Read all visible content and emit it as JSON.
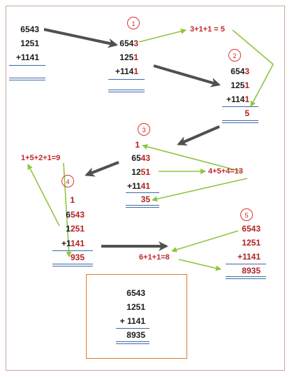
{
  "initial": {
    "a": "6543",
    "b": "1251",
    "c": "+1141"
  },
  "step1": {
    "badge": "1",
    "rows": [
      {
        "black": "654",
        "red": "3"
      },
      {
        "black": "125",
        "red": "1"
      },
      {
        "black": "+114",
        "red": "1"
      }
    ],
    "equation": "3+1+1 = 5"
  },
  "step2": {
    "badge": "2",
    "rows": [
      {
        "black": "654",
        "red": "3"
      },
      {
        "black": "125",
        "red": "1"
      },
      {
        "black": "+114",
        "red": "1"
      }
    ],
    "result": "5"
  },
  "step3": {
    "badge": "3",
    "carry": "1",
    "rows": [
      {
        "black": "65",
        "red": "43"
      },
      {
        "black": "12",
        "red": "51"
      },
      {
        "black": "+11",
        "red": "41"
      }
    ],
    "equation": "4+5+4=13",
    "result": "35"
  },
  "step4": {
    "badge": "4",
    "carry": "1",
    "rows": [
      {
        "black": "6",
        "red": "543"
      },
      {
        "black": "1",
        "red": "251"
      },
      {
        "black": "+1",
        "red": "141"
      }
    ],
    "equation": "1+5+2+1=9",
    "result": "935"
  },
  "step5": {
    "badge": "5",
    "rows": [
      "6543",
      "1251",
      "+1141"
    ],
    "equation": "6+1+1=8",
    "result": "8935"
  },
  "final": {
    "a": "6543",
    "b": "1251",
    "c": "+ 1141",
    "sum": "8935"
  },
  "colors": {
    "gray_arrow": "#505050",
    "green_arrow": "#8dc63f",
    "red": "#b22222",
    "rule": "#3b6aa8",
    "box": "#e07b2a"
  }
}
